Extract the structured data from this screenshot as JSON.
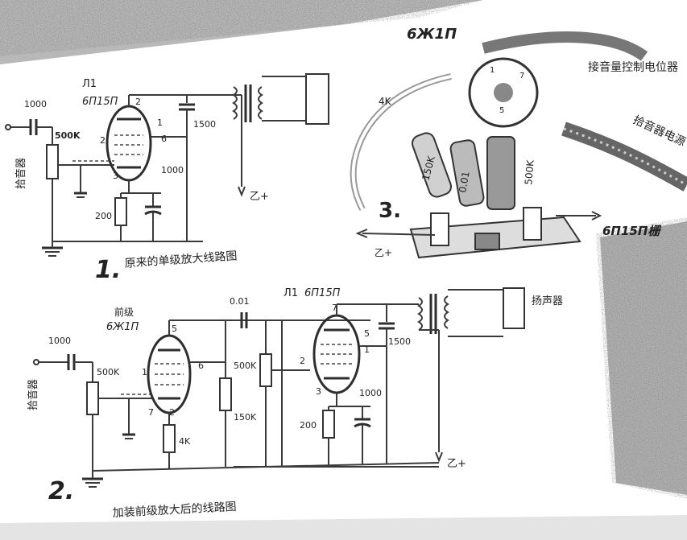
{
  "colors": {
    "ink": "#2e2e2e",
    "paper": "#ffffff",
    "grain": "#8a8a8a"
  },
  "fig1": {
    "tube_name": "Л1",
    "tube_type": "6П15П",
    "input_label": "拾音器",
    "cap_in": "1000",
    "pot": "500K",
    "r_cathode": "200",
    "cap_plate": "1500",
    "cap_bypass": "1000",
    "supply": "乙+",
    "pins": [
      "2",
      "2",
      "1",
      "6",
      "3"
    ],
    "number": "1.",
    "caption": "原来的单级放大线路图"
  },
  "photo": {
    "tube_type": "6Ж1П",
    "note1": "接音量控制电位器",
    "note2": "拾音器电源",
    "to_tube": "6П15П栅",
    "supply": "乙+",
    "r1": "4K",
    "r2": "150K",
    "c1": "0.01",
    "r3": "500K",
    "number": "3."
  },
  "fig2": {
    "pre_note": "前级",
    "pre_tube": "6Ж1П",
    "tube_name": "Л1",
    "tube_type": "6П15П",
    "input_label": "拾音器",
    "cap_in": "1000",
    "pot1": "500K",
    "r_cathode1": "4K",
    "cap_coupling": "0.01",
    "pot2": "500K",
    "r_plate": "150K",
    "r_cathode2": "200",
    "cap_plate": "1500",
    "cap_bypass": "1000",
    "speaker": "扬声器",
    "supply": "乙+",
    "pins_pre": [
      "5",
      "6",
      "7",
      "2",
      "1"
    ],
    "pins_out": [
      "7",
      "2",
      "5",
      "1",
      "3"
    ],
    "number": "2.",
    "caption": "加装前级放大后的线路图"
  }
}
